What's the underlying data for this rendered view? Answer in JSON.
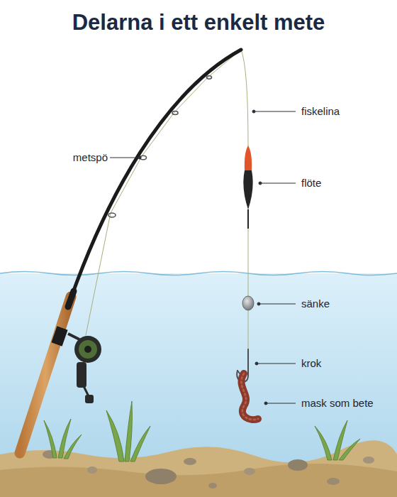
{
  "diagram": {
    "title": "Delarna i ett enkelt mete",
    "labels": [
      "fiskelina",
      "metspö",
      "flöte",
      "sänke",
      "krok",
      "mask som bete"
    ]
  }
}
